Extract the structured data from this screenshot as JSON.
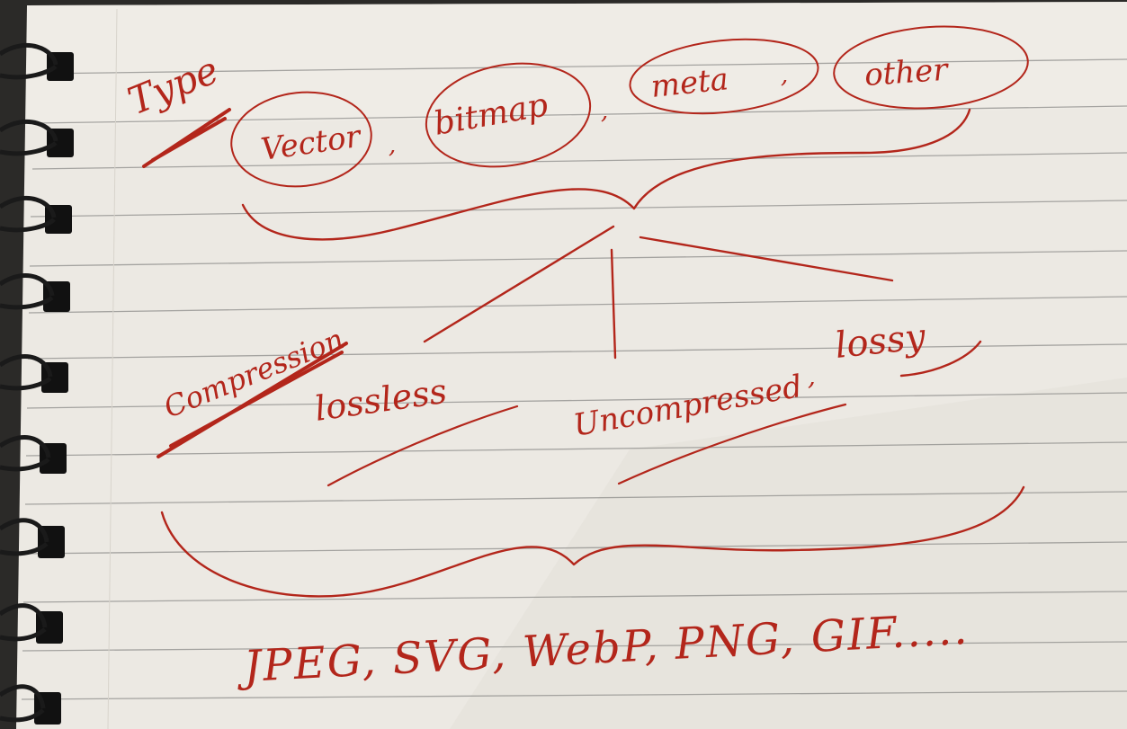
{
  "ink_color": "#b3261b",
  "paper_color": "#ece9e3",
  "notebook": {
    "type_heading": "Type",
    "types": [
      "Vector",
      "bitmap",
      "meta",
      "other"
    ],
    "compression_heading": "Compression",
    "compression_kinds": [
      "lossless",
      "Uncompressed",
      "lossy"
    ],
    "formats": "JPEG, SVG, WebP, PNG, GIF....."
  }
}
